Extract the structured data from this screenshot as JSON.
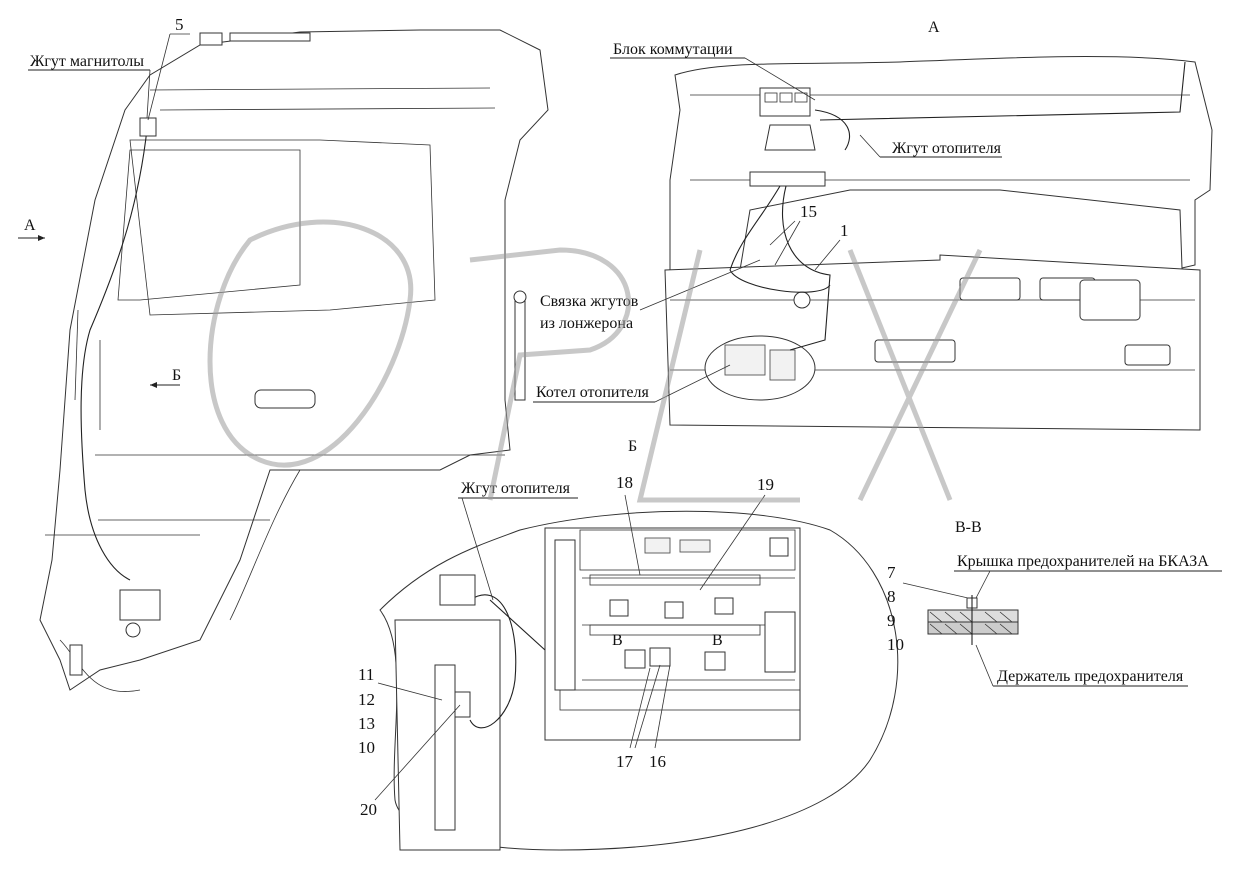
{
  "labels": {
    "radio_harness": "Жгут магнитолы",
    "switch_block": "Блок коммутации",
    "heater_harness_top": "Жгут отопителя",
    "bundle_line1": "Связка жгутов",
    "bundle_line2": "из лонжерона",
    "heater_boiler": "Котел отопителя",
    "heater_harness_bottom": "Жгут отопителя",
    "fuse_cover": "Крышка предохранителей на БКАЗА",
    "fuse_holder": "Держатель предохранителя"
  },
  "views": {
    "a_top": "А",
    "a_arrow": "А",
    "b_view": "Б",
    "b_arrow": "Б",
    "vv_section": "В-В",
    "v_left": "В",
    "v_right": "В"
  },
  "callouts": {
    "n5": "5",
    "n15": "15",
    "n1": "1",
    "n18": "18",
    "n19": "19",
    "n7": "7",
    "n8": "8",
    "n9": "9",
    "n10a": "10",
    "n11": "11",
    "n12": "12",
    "n13": "13",
    "n10b": "10",
    "n20": "20",
    "n17": "17",
    "n16": "16"
  }
}
